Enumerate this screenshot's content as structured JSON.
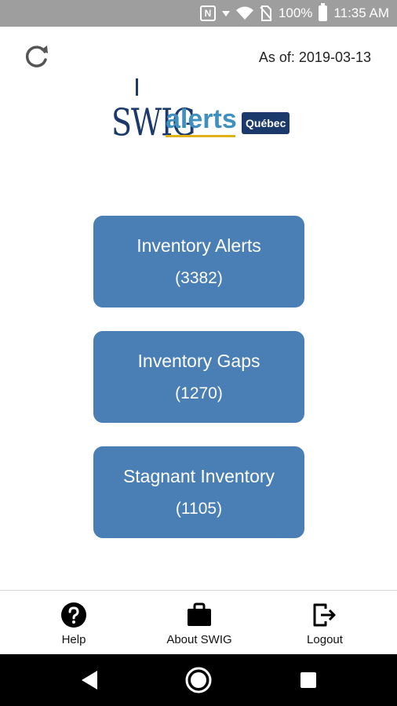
{
  "status_bar": {
    "battery": "100%",
    "time": "11:35 AM",
    "icons": [
      "nfc-icon",
      "signal-icon",
      "wifi-icon",
      "no-sim-icon",
      "battery-icon"
    ]
  },
  "header": {
    "as_of": "As of: 2019-03-13",
    "refresh_icon": "refresh-icon"
  },
  "logo": {
    "brand": "SWIG",
    "product": "alerts",
    "region": "Québec"
  },
  "actions": [
    {
      "label": "Inventory Alerts",
      "count": "(3382)"
    },
    {
      "label": "Inventory Gaps",
      "count": "(1270)"
    },
    {
      "label": "Stagnant Inventory",
      "count": "(1105)"
    }
  ],
  "tabs": {
    "help": {
      "label": "Help",
      "icon": "help-icon"
    },
    "about": {
      "label": "About SWIG",
      "icon": "briefcase-icon"
    },
    "logout": {
      "label": "Logout",
      "icon": "logout-icon"
    }
  },
  "nav": {
    "icons": [
      "back-icon",
      "home-icon",
      "recents-icon"
    ]
  },
  "colors": {
    "button": "#4a7fb5",
    "brand_navy": "#1b3a6b",
    "brand_blue": "#3f8fbf",
    "brand_yellow": "#e0b21a",
    "status_bar": "#9e9e9e"
  }
}
